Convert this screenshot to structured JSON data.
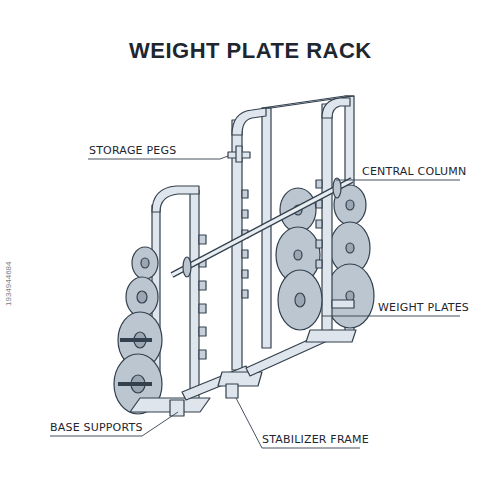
{
  "diagram": {
    "title": "WEIGHT PLATE RACK",
    "labels": [
      "STORAGE PEGS",
      "CENTRAL COLUMN",
      "WEIGHT PLATES",
      "BASE SUPPORTS",
      "STABILIZER FRAME",
      "1934944684"
    ]
  }
}
